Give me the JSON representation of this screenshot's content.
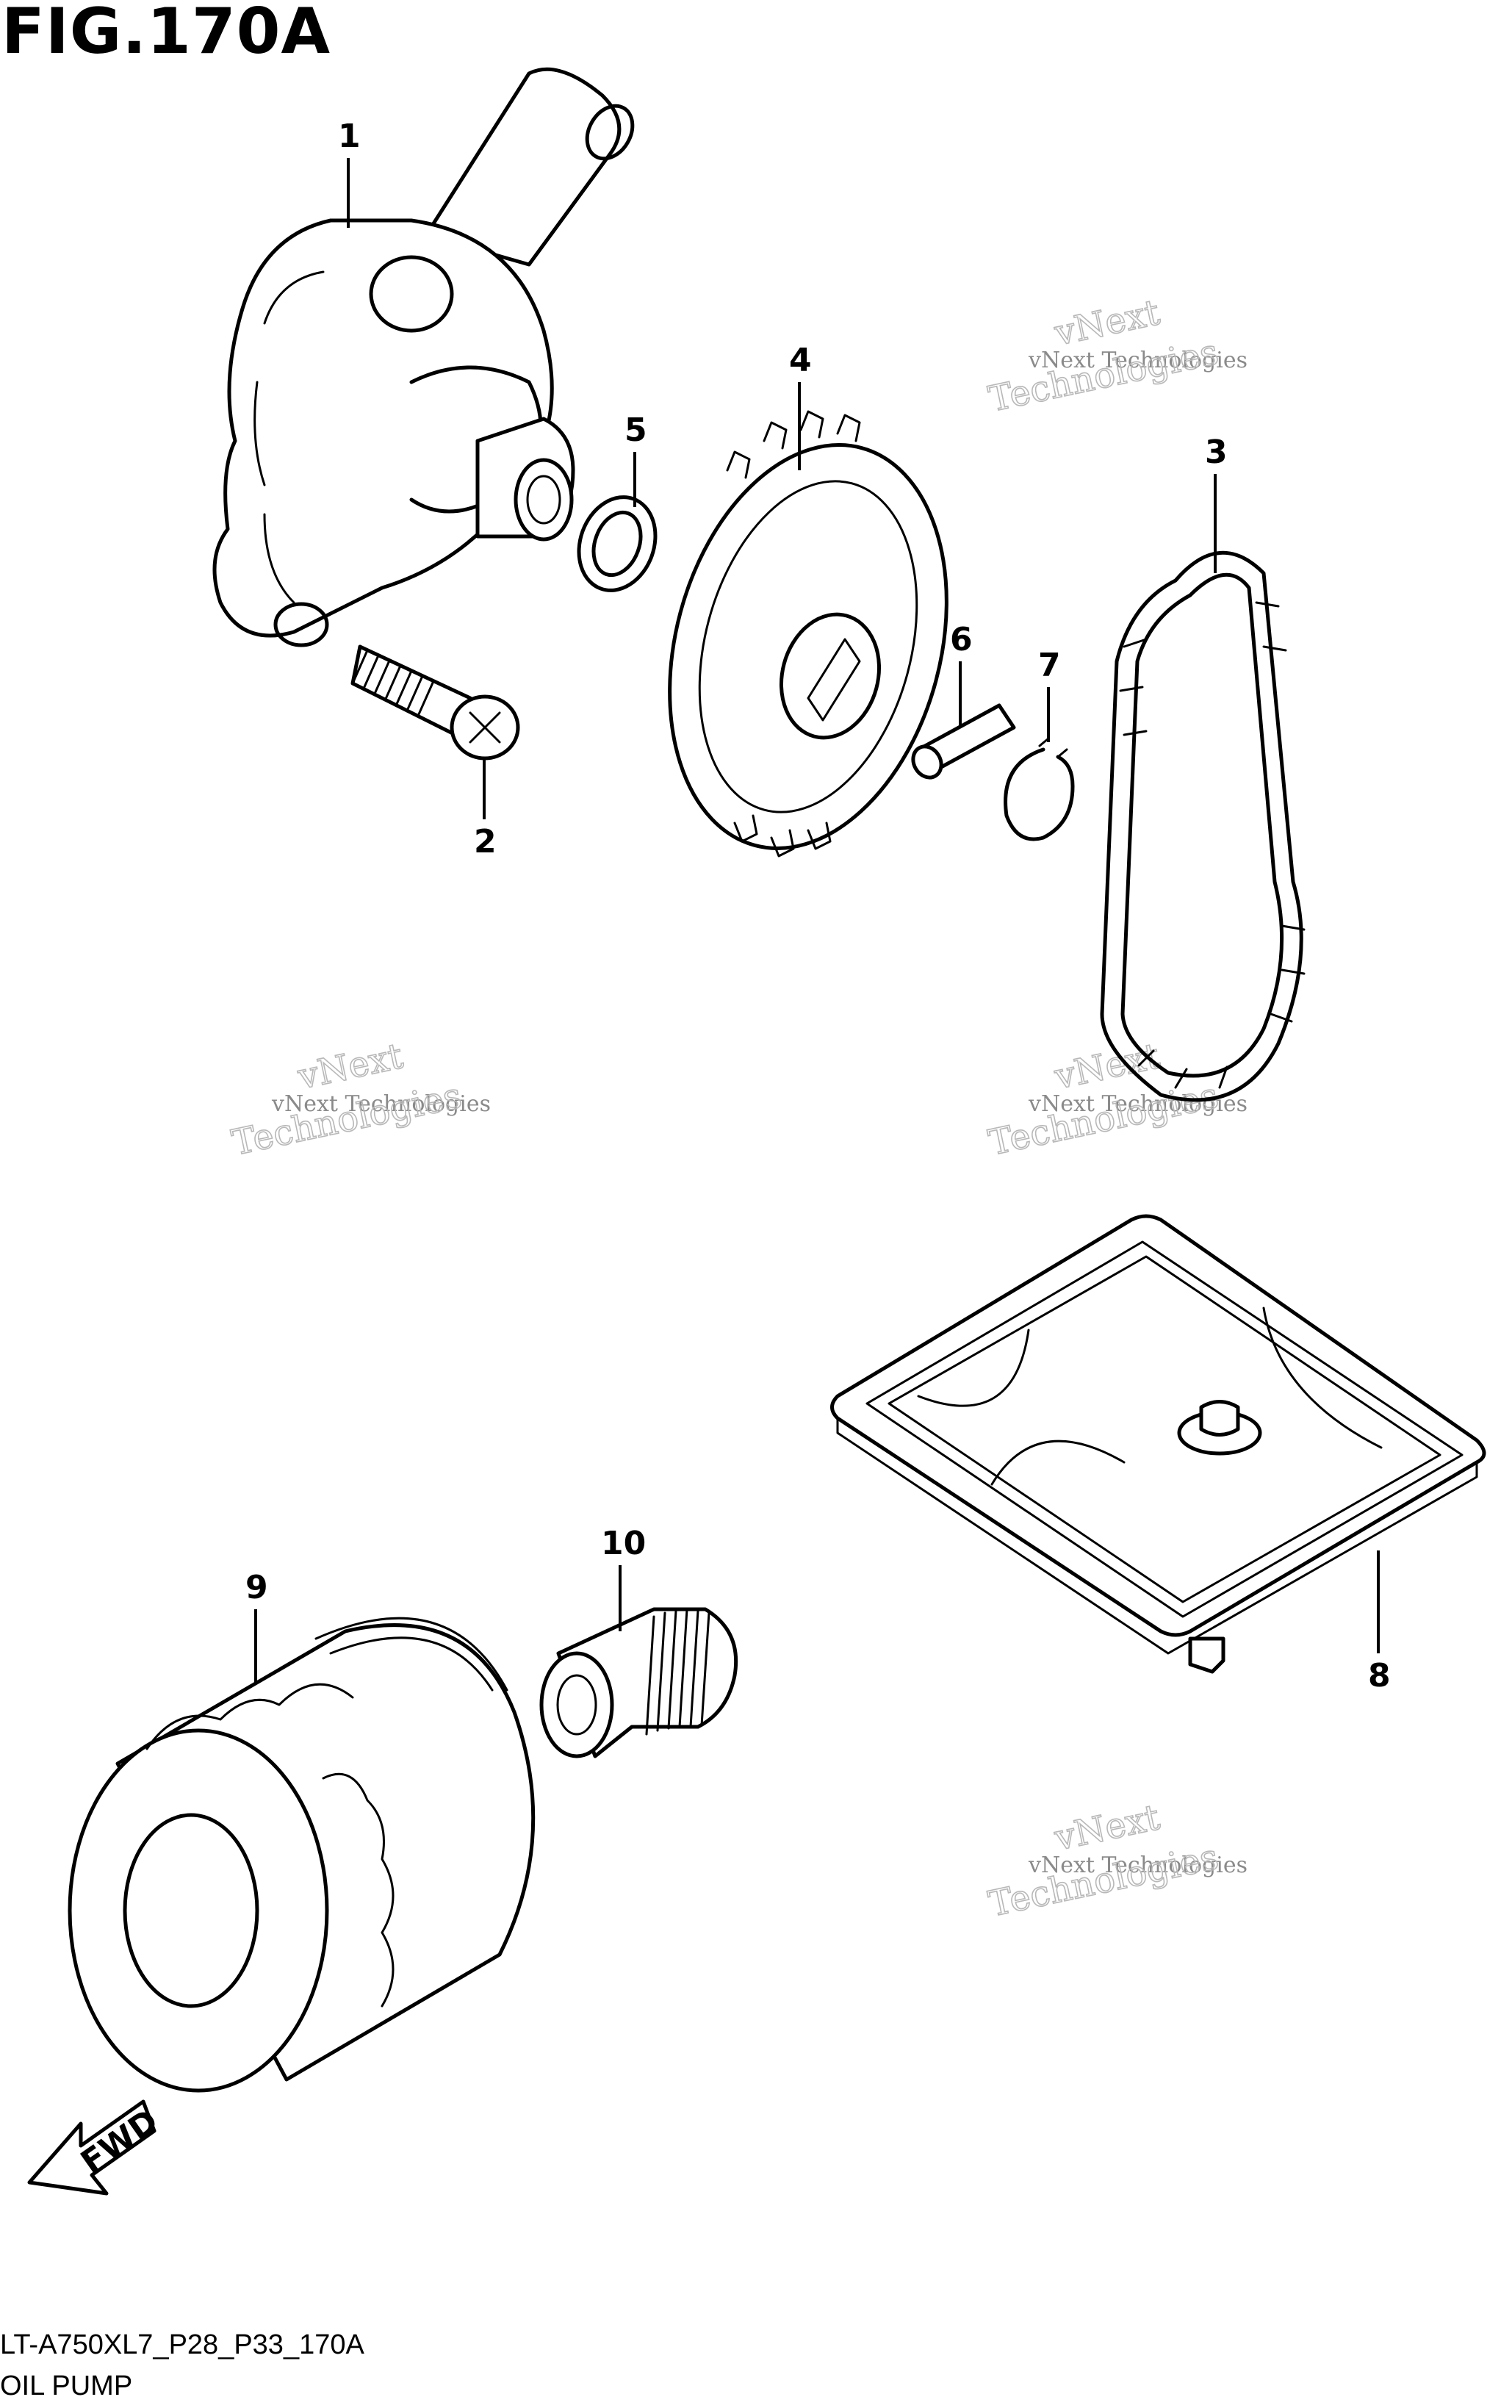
{
  "figure": {
    "title": "FIG.170A",
    "code": "LT-A750XL7_P28_P33_170A",
    "name": "OIL PUMP",
    "direction_label": "FWD"
  },
  "callouts": [
    {
      "id": "1",
      "label": "1"
    },
    {
      "id": "2",
      "label": "2"
    },
    {
      "id": "3",
      "label": "3"
    },
    {
      "id": "4",
      "label": "4"
    },
    {
      "id": "5",
      "label": "5"
    },
    {
      "id": "6",
      "label": "6"
    },
    {
      "id": "7",
      "label": "7"
    },
    {
      "id": "8",
      "label": "8"
    },
    {
      "id": "9",
      "label": "9"
    },
    {
      "id": "10",
      "label": "10"
    }
  ],
  "watermark": {
    "line1": "vNext Technologies",
    "line2a": "vNext",
    "line2b": "Technologies"
  }
}
